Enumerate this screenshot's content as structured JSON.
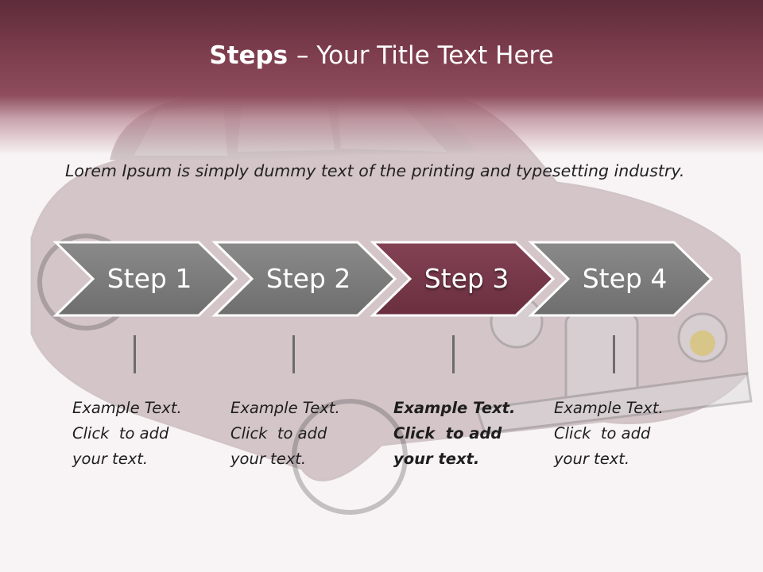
{
  "title": {
    "bold": "Steps ",
    "rest": " – Your Title Text Here"
  },
  "intro": "Lorem Ipsum is simply dummy text of the printing and typesetting industry.",
  "colors": {
    "header": "#7e3e4e",
    "step_inactive": "#7a7a7a",
    "step_active": "#753848",
    "background": "#f8f4f5"
  },
  "steps": [
    {
      "label": "Step 1",
      "active": false,
      "note": "Example Text.\nClick  to add\nyour text."
    },
    {
      "label": "Step 2",
      "active": false,
      "note": "Example Text.\nClick  to add\nyour text."
    },
    {
      "label": "Step 3",
      "active": true,
      "note": "Example Text.\nClick  to add\nyour text."
    },
    {
      "label": "Step 4",
      "active": false,
      "note": "Example Text.\nClick  to add\nyour text."
    }
  ]
}
